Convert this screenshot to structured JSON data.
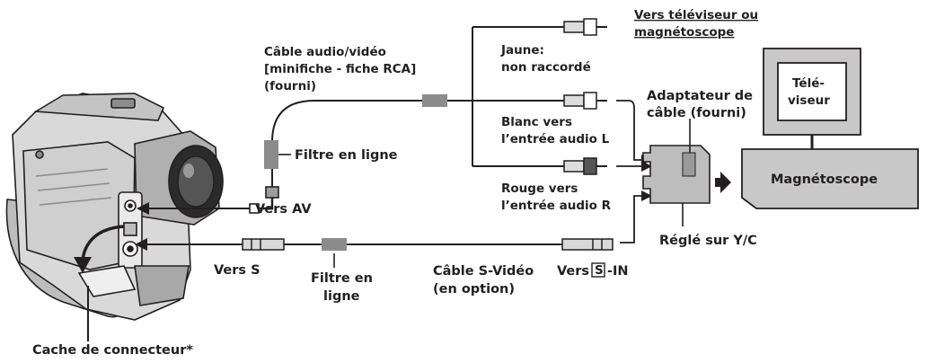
{
  "labels": {
    "av_cable_line1": "Câble audio/vidéo",
    "av_cable_line2": "[minifiche - fiche RCA]",
    "av_cable_line3": "(fourni)",
    "inline_filter_av": "Filtre en ligne",
    "to_av": "Vers AV",
    "to_s": "Vers S",
    "inline_filter_s_line1": "Filtre en",
    "inline_filter_s_line2": "ligne",
    "svideo_cable_line1": "Câble S-Vidéo",
    "svideo_cable_line2": "(en option)",
    "to_s_in_prefix": "Vers",
    "s_symbol": "S",
    "to_s_in_suffix": "-IN",
    "connector_cover": "Cache de connecteur*",
    "yellow_line1": "Jaune:",
    "yellow_line2": "non raccordé",
    "white_line1": "Blanc vers",
    "white_line2": "l’entrée audio L",
    "red_line1": "Rouge vers",
    "red_line2": "l’entrée audio R",
    "to_tv_line1": "Vers téléviseur ou",
    "to_tv_line2": "magnétoscope",
    "adapter_line1": "Adaptateur de",
    "adapter_line2": "câble (fourni)",
    "set_yc": "Réglé sur Y/C",
    "tv_line1": "Télé-",
    "tv_line2": "viseur",
    "vcr": "Magnétoscope"
  }
}
